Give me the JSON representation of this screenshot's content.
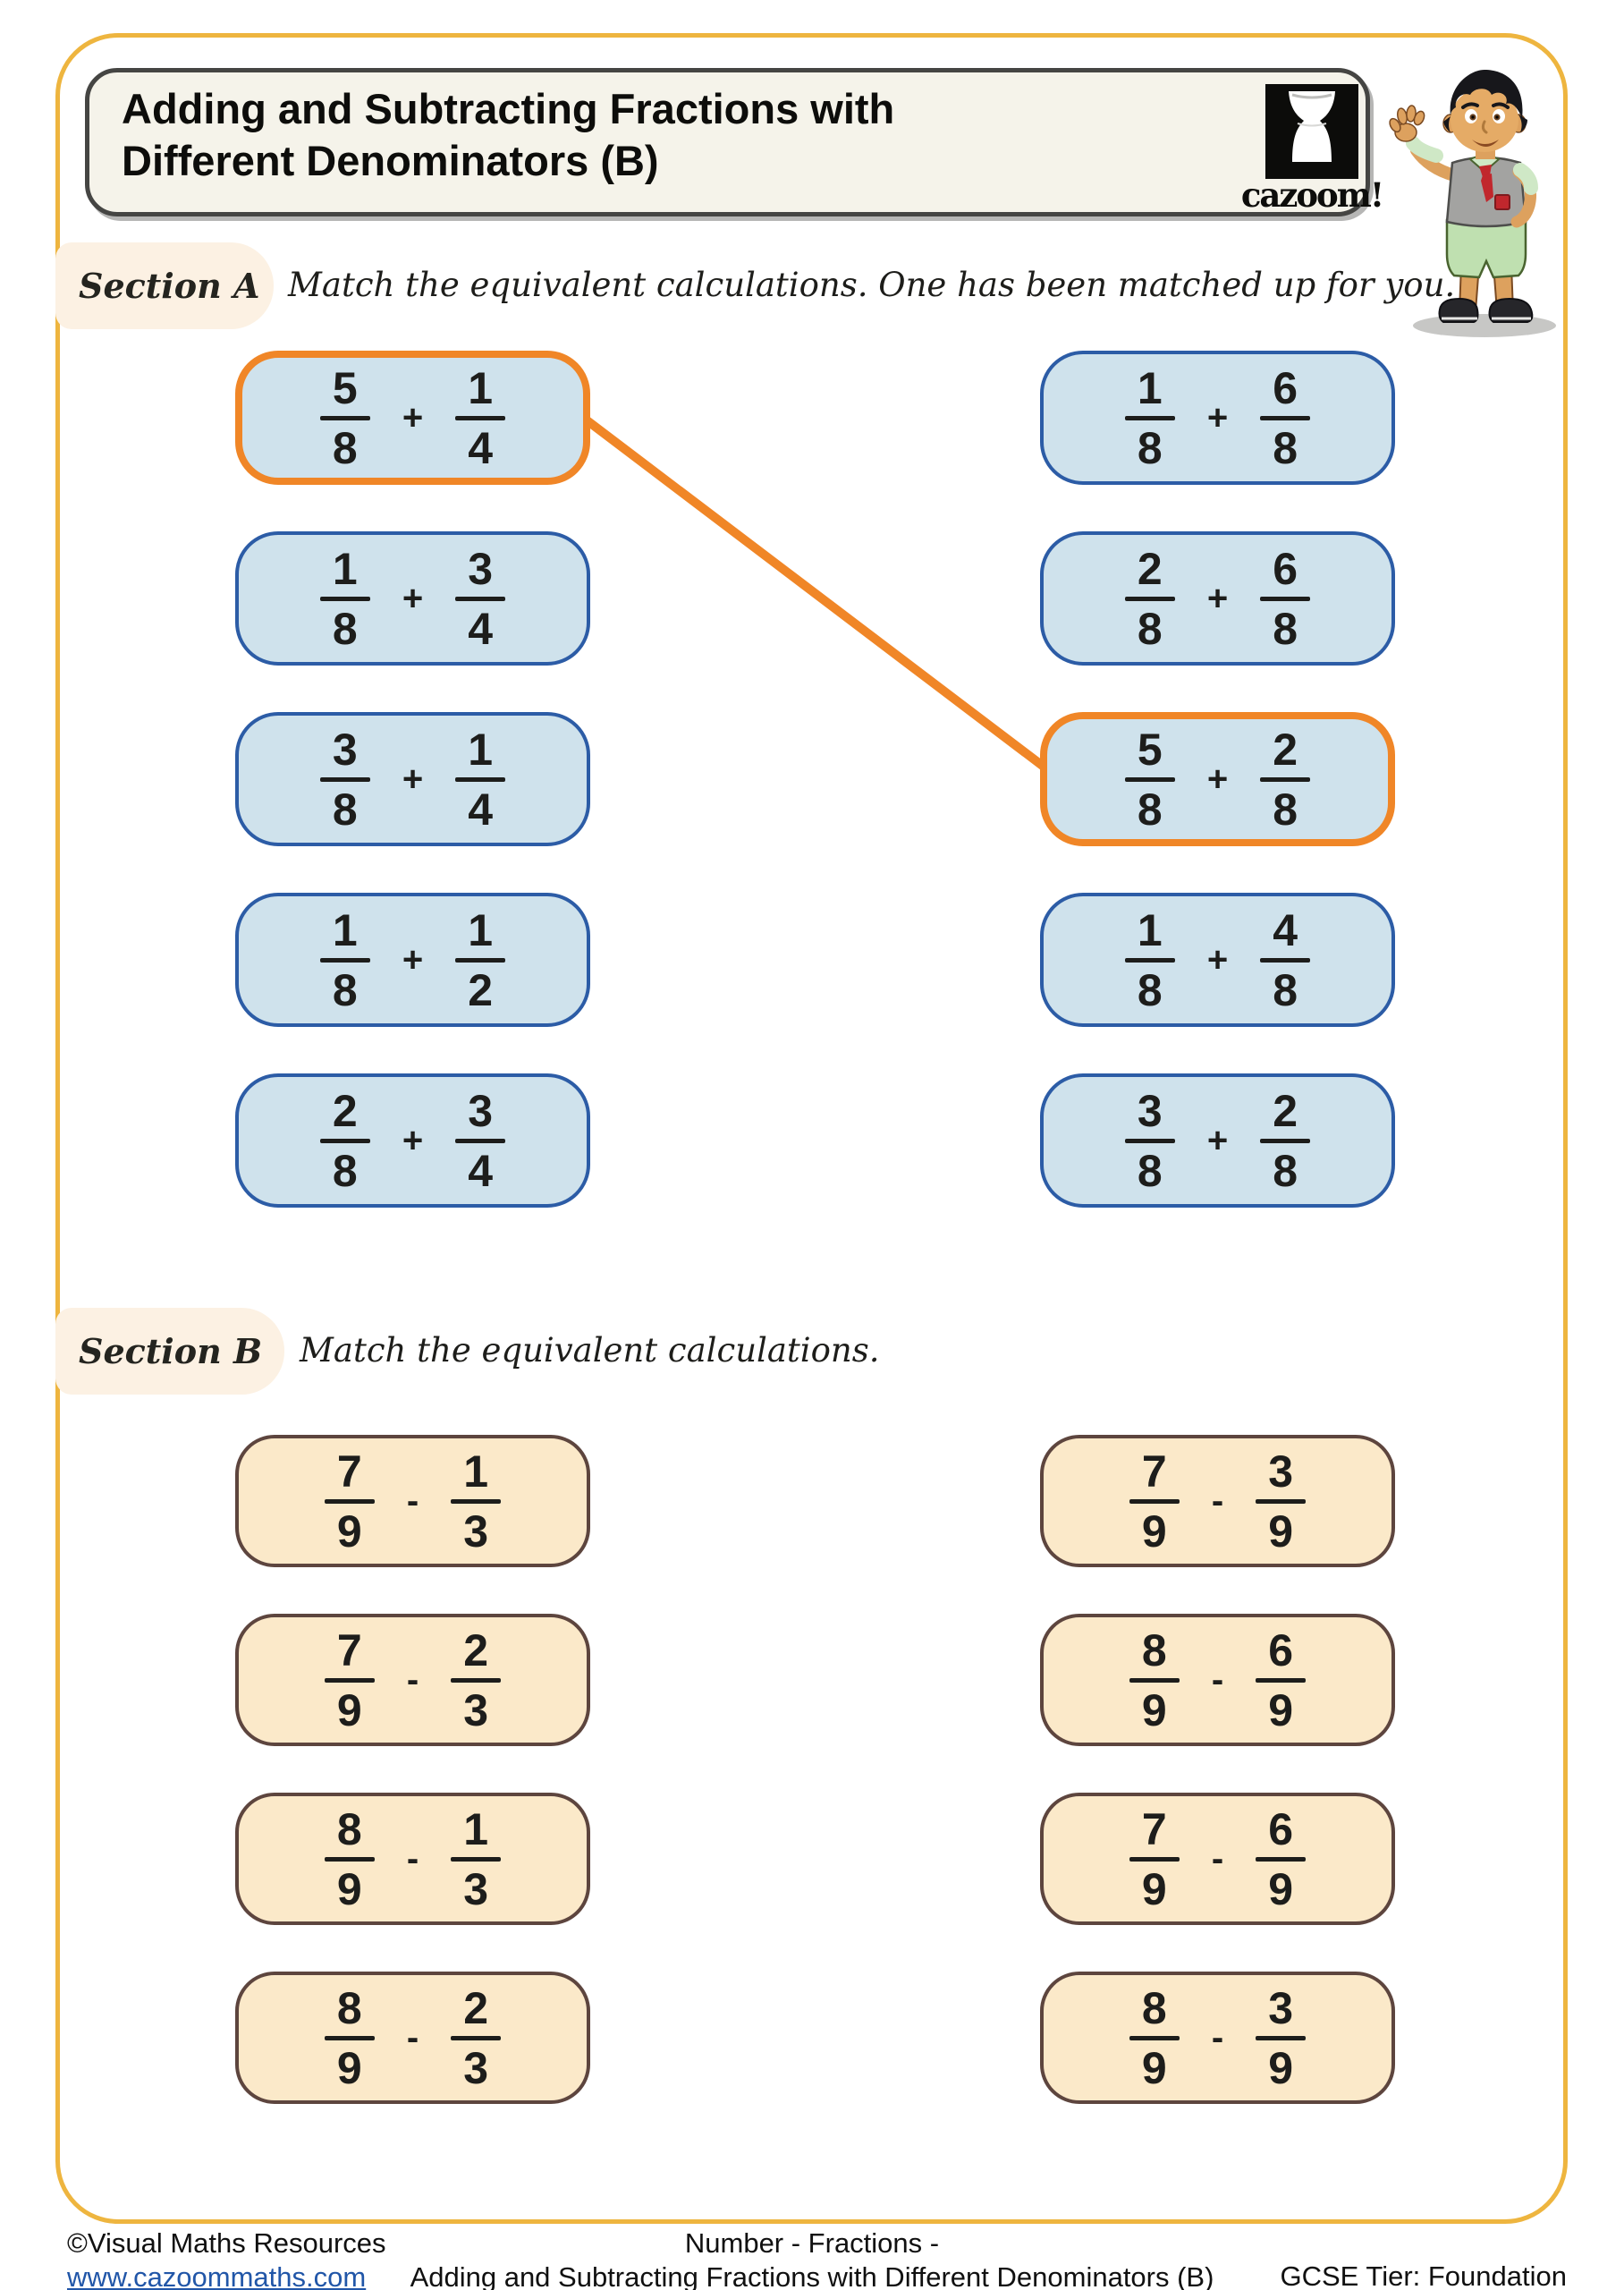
{
  "header": {
    "title_line1": "Adding and Subtracting Fractions with",
    "title_line2": "Different Denominators (B)",
    "logo_text": "cazoom!"
  },
  "section_a": {
    "label": "Section A",
    "instruction": "Match the equivalent calculations. One has been matched up for you.",
    "left_cards": [
      {
        "n1": "5",
        "d1": "8",
        "op": "+",
        "n2": "1",
        "d2": "4",
        "matched": true
      },
      {
        "n1": "1",
        "d1": "8",
        "op": "+",
        "n2": "3",
        "d2": "4",
        "matched": false
      },
      {
        "n1": "3",
        "d1": "8",
        "op": "+",
        "n2": "1",
        "d2": "4",
        "matched": false
      },
      {
        "n1": "1",
        "d1": "8",
        "op": "+",
        "n2": "1",
        "d2": "2",
        "matched": false
      },
      {
        "n1": "2",
        "d1": "8",
        "op": "+",
        "n2": "3",
        "d2": "4",
        "matched": false
      }
    ],
    "right_cards": [
      {
        "n1": "1",
        "d1": "8",
        "op": "+",
        "n2": "6",
        "d2": "8",
        "matched": false
      },
      {
        "n1": "2",
        "d1": "8",
        "op": "+",
        "n2": "6",
        "d2": "8",
        "matched": false
      },
      {
        "n1": "5",
        "d1": "8",
        "op": "+",
        "n2": "2",
        "d2": "8",
        "matched": true
      },
      {
        "n1": "1",
        "d1": "8",
        "op": "+",
        "n2": "4",
        "d2": "8",
        "matched": false
      },
      {
        "n1": "3",
        "d1": "8",
        "op": "+",
        "n2": "2",
        "d2": "8",
        "matched": false
      }
    ],
    "match": {
      "left_index": 0,
      "right_index": 2
    }
  },
  "section_b": {
    "label": "Section B",
    "instruction": "Match the equivalent calculations.",
    "left_cards": [
      {
        "n1": "7",
        "d1": "9",
        "op": "-",
        "n2": "1",
        "d2": "3",
        "matched": false
      },
      {
        "n1": "7",
        "d1": "9",
        "op": "-",
        "n2": "2",
        "d2": "3",
        "matched": false
      },
      {
        "n1": "8",
        "d1": "9",
        "op": "-",
        "n2": "1",
        "d2": "3",
        "matched": false
      },
      {
        "n1": "8",
        "d1": "9",
        "op": "-",
        "n2": "2",
        "d2": "3",
        "matched": false
      }
    ],
    "right_cards": [
      {
        "n1": "7",
        "d1": "9",
        "op": "-",
        "n2": "3",
        "d2": "9",
        "matched": false
      },
      {
        "n1": "8",
        "d1": "9",
        "op": "-",
        "n2": "6",
        "d2": "9",
        "matched": false
      },
      {
        "n1": "7",
        "d1": "9",
        "op": "-",
        "n2": "6",
        "d2": "9",
        "matched": false
      },
      {
        "n1": "8",
        "d1": "9",
        "op": "-",
        "n2": "3",
        "d2": "9",
        "matched": false
      }
    ]
  },
  "footer": {
    "copyright": "©Visual Maths Resources",
    "website": "www.cazoommaths.com",
    "topic_line1": "Number - Fractions -",
    "topic_line2": "Adding and Subtracting Fractions with Different Denominators (B)",
    "tier": "GCSE Tier: Foundation"
  },
  "colors": {
    "page_border": "#eeb53f",
    "card_blue_fill": "#cfe2ec",
    "card_blue_border": "#2c5ca6",
    "match_orange": "#f08627",
    "card_cream_fill": "#fbe9c9",
    "card_cream_border": "#5d453e",
    "label_bg": "#fcf1e3",
    "link_blue": "#2156a8"
  }
}
